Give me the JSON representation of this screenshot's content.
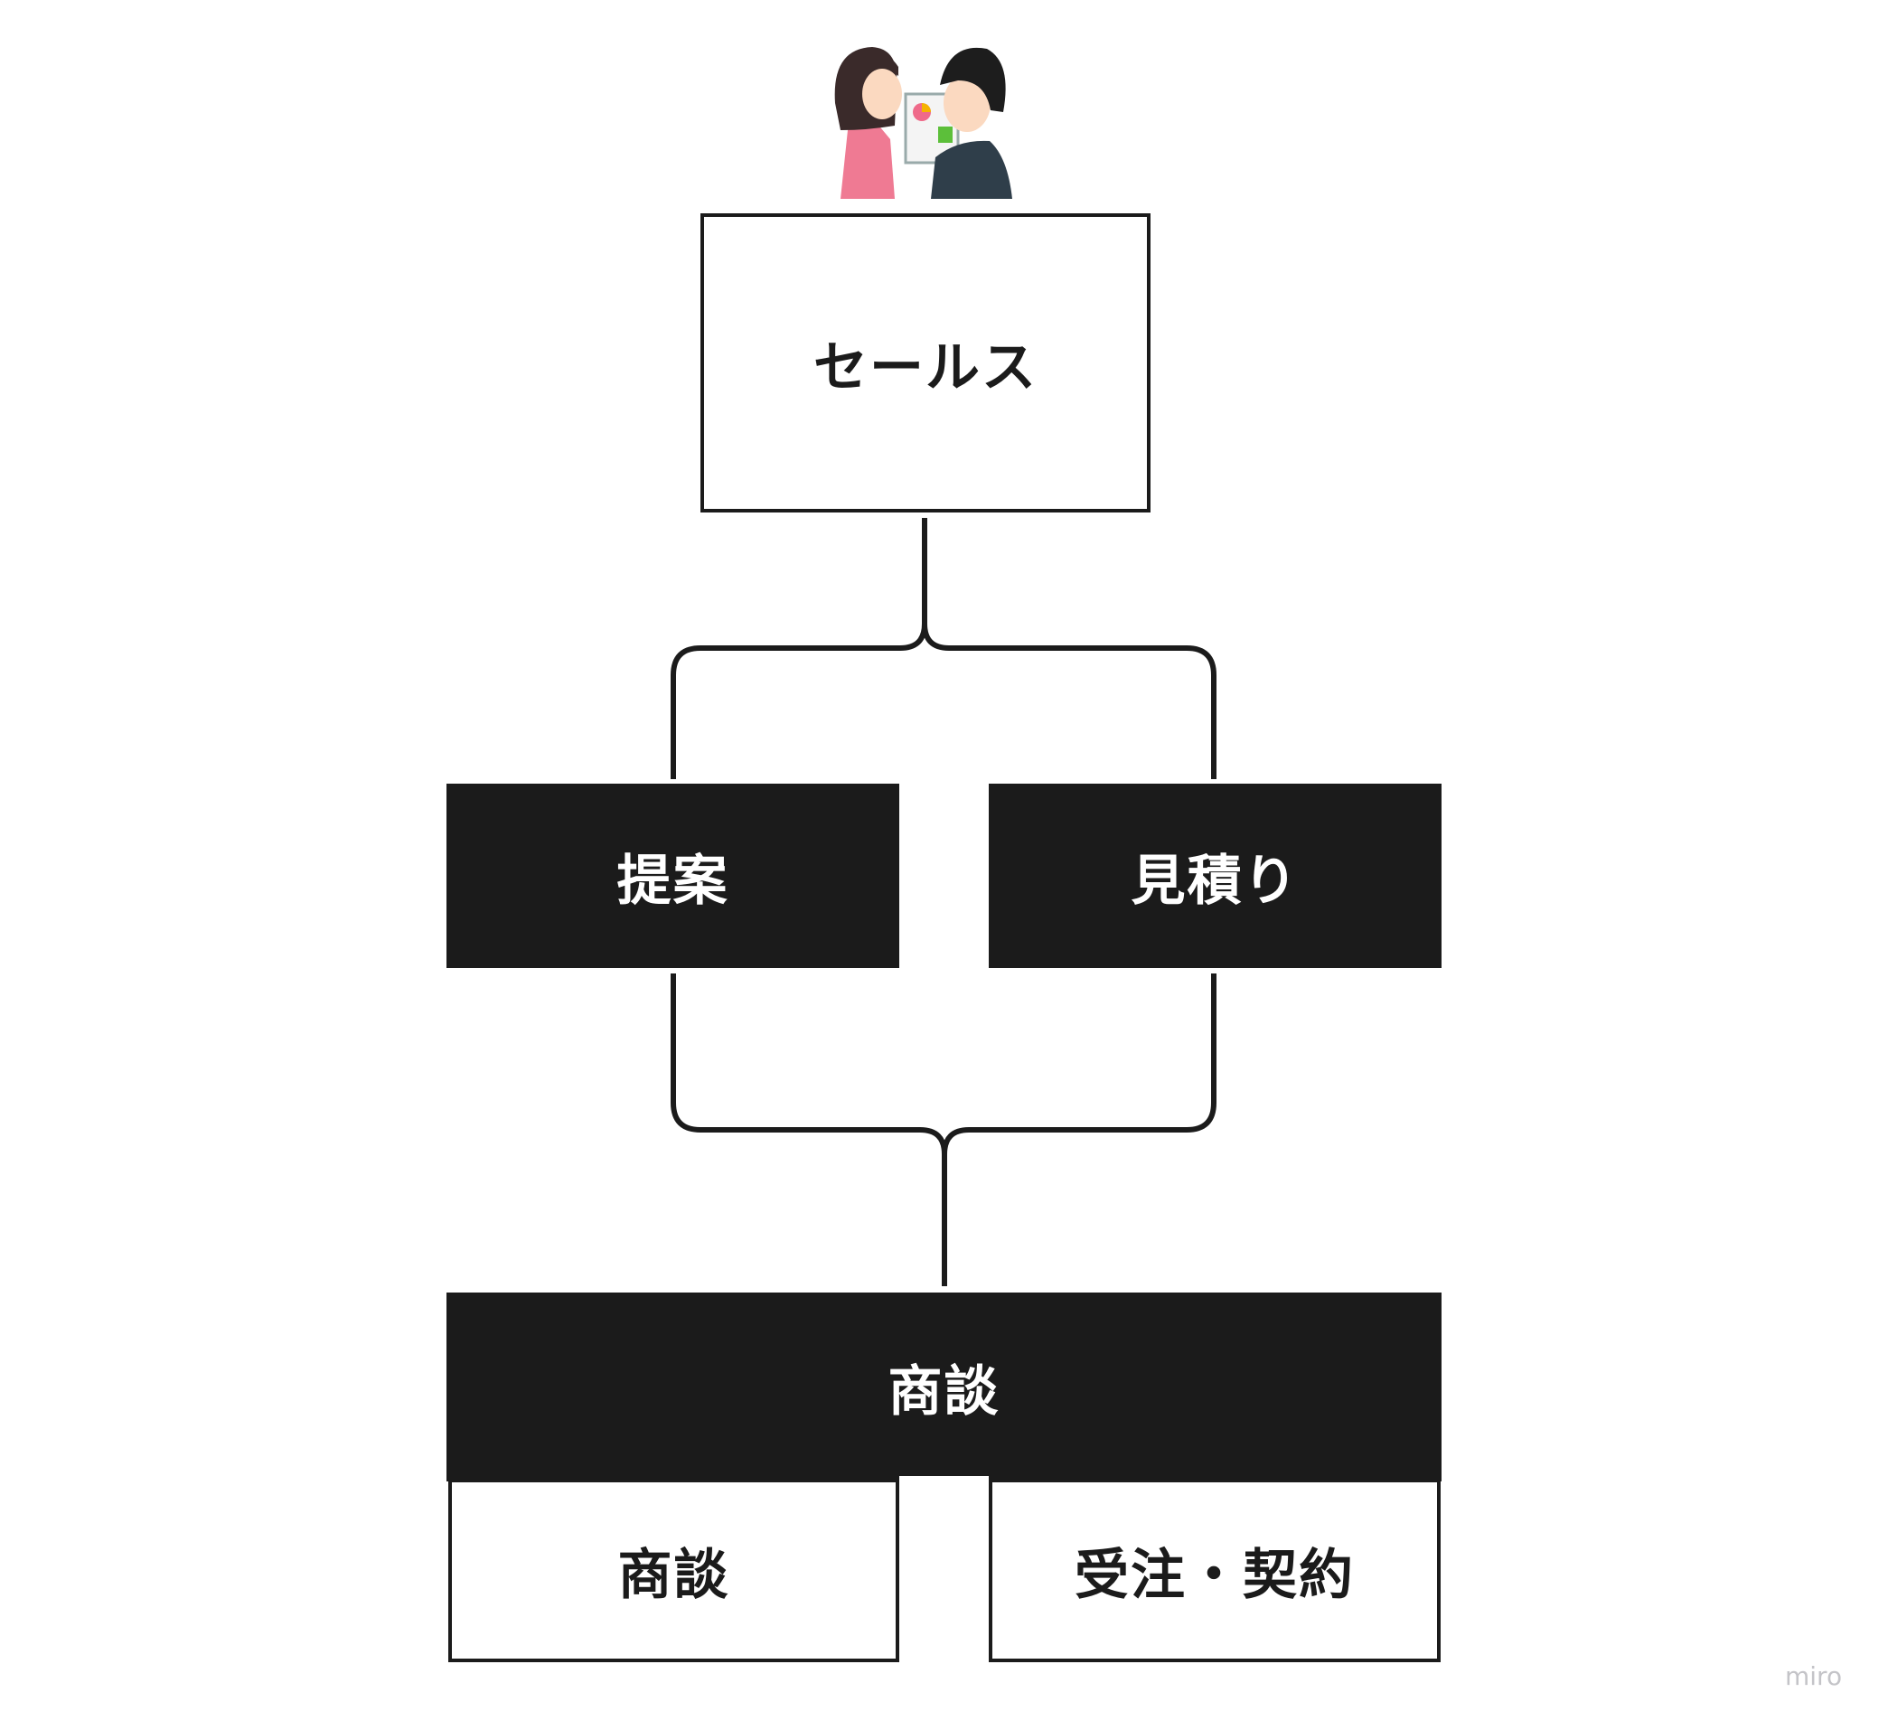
{
  "nodes": {
    "sales": "セールス",
    "proposal": "提案",
    "estimate": "見積り",
    "negotiation_group": "商談",
    "negotiation": "商談",
    "order_contract": "受注・契約"
  },
  "watermark": "miro",
  "illustration": "sales-meeting-illustration",
  "colors": {
    "dark": "#1b1b1b",
    "white": "#ffffff",
    "watermark": "#c4c4c8"
  }
}
